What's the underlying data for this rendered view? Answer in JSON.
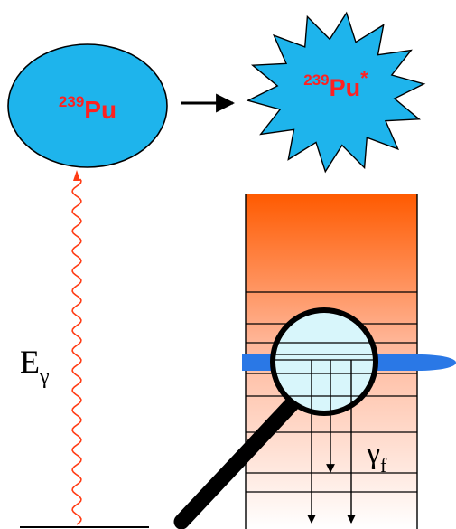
{
  "nucleus": {
    "mass_number": "239",
    "symbol": "Pu"
  },
  "excited_nucleus": {
    "mass_number": "239",
    "symbol": "Pu",
    "excited_mark": "*"
  },
  "photon_energy_label": {
    "main": "E",
    "subscript": "γ"
  },
  "gamma_label": {
    "main": "γ",
    "subscript": "f"
  },
  "colors": {
    "nucleus_fill": "#1eb4ec",
    "nucleus_text": "#ff2020",
    "photon_wave": "#ff3b14",
    "level_band": "#2a78e6",
    "level_gradient_top": "#ff5a00",
    "level_gradient_bottom": "#ffffff",
    "lens_fill": "#d8f6fb"
  },
  "icons": {
    "magnifier": "magnifying-glass-icon",
    "transition_arrow": "arrow-right-icon"
  }
}
